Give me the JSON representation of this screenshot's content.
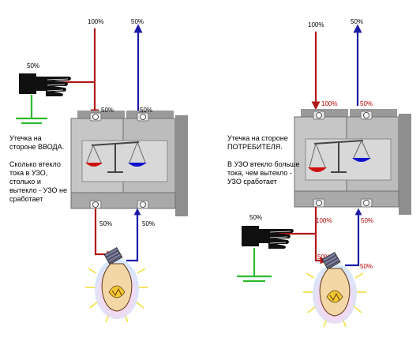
{
  "colors": {
    "phase": "#b01818",
    "neutral": "#1a1aa8",
    "ground": "#2fb82f",
    "device_body": "#c8c8c8",
    "device_dark": "#8c8c8c",
    "hand": "#101010",
    "bulb_glass": "#f6c8e8",
    "bulb_core": "#f2d23a",
    "ray": "#f2e23a"
  },
  "icons": [
    "hand-icon",
    "lamp-icon",
    "scale-icon",
    "ground-icon"
  ],
  "left": {
    "top_phase_pct": "100%",
    "top_neutral_pct": "50%",
    "leak_pct": "50%",
    "in_phase_pct": "50%",
    "in_neutral_pct": "50%",
    "out_phase_pct": "50%",
    "out_neutral_pct": "50%",
    "caption": [
      "Утечка на",
      "стороне ВВОДА.",
      "",
      "Сколько втекло",
      "тока в УЗО,",
      "столько и",
      "вытекло - УЗО не",
      "сработает"
    ]
  },
  "right": {
    "top_phase_pct": "100%",
    "top_neutral_pct": "50%",
    "leak_pct": "50%",
    "in_phase_pct": "100%",
    "in_neutral_pct": "50%",
    "out_phase_pct": "100%",
    "out_neutral_pct": "50%",
    "lamp_phase_pct": "50%",
    "lamp_neutral_pct": "50%",
    "caption": [
      "Утечка на стороне",
      "ПОТРЕБИТЕЛЯ.",
      "",
      "В УЗО втекло больше",
      "тока, чем вытекло -",
      "УЗО сработает"
    ]
  }
}
